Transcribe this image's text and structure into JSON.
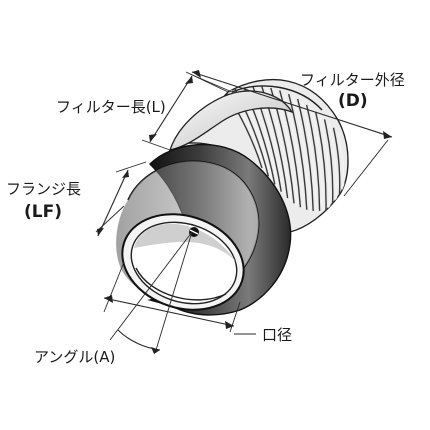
{
  "labels": {
    "filter_od": "フィルター外径",
    "filter_od_code": "(D)",
    "filter_length": "フィルター長(L)",
    "flange_length": "フランジ長",
    "flange_length_code": "(LF)",
    "port_diameter": "口径",
    "angle": "アングル(A)"
  },
  "colors": {
    "line": "#222222",
    "rib_dark": "#3a3a3a",
    "rib_light": "#f2f2f2",
    "body_dark": "#1e1e1e",
    "body_mid": "#6a6a6a",
    "inner_light": "#f7f7f7"
  }
}
